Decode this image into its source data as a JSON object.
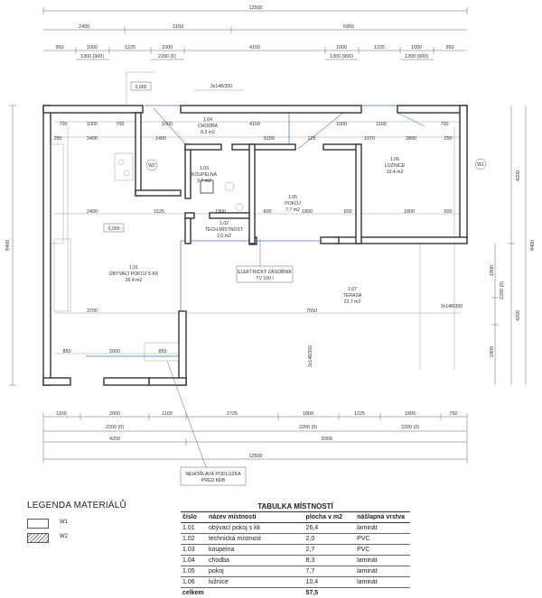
{
  "drawing": {
    "top_dims": {
      "overall": "12500",
      "row2": [
        "2400",
        "3150",
        "6950"
      ],
      "row3": [
        "950",
        "1000",
        "1225",
        "1000",
        "4150",
        "1000",
        "1225",
        "1000",
        "950"
      ],
      "row4": [
        "1300 (900)",
        "2200 (0)",
        "1300 (900)",
        "1300 (900)"
      ]
    },
    "bottom_dims": {
      "row1": [
        "1100",
        "2000",
        "1100",
        "2725",
        "1800",
        "1225",
        "1800",
        "750"
      ],
      "row2": [
        "2200 (0)",
        "2200 (0)",
        "2200 (0)"
      ],
      "row3": [
        "4200",
        "8300"
      ],
      "overall": "12500"
    },
    "side_dims": {
      "left": "8400",
      "right_outer": "8400",
      "right_a": [
        "4200",
        "4200"
      ],
      "right_b": [
        "1800",
        "2200 (0)",
        "2400"
      ]
    },
    "rooms": [
      {
        "num": "1.01",
        "name": "OBÝVACÍ POKOJ S KK",
        "area": "26,4 m2"
      },
      {
        "num": "1.02",
        "name": "TECH.MÍSTNOST",
        "area": "2,0 m2"
      },
      {
        "num": "1.03",
        "name": "KOUPELNA",
        "area": "2,7 m2"
      },
      {
        "num": "1.04",
        "name": "CHODBA",
        "area": "8,3 m2"
      },
      {
        "num": "1.05",
        "name": "POKOJ",
        "area": "7,7 m2"
      },
      {
        "num": "1.06",
        "name": "LOŽNICE",
        "area": "10,4 m2"
      },
      {
        "num": "1.07",
        "name": "TERASA",
        "area": "22,7 m2"
      }
    ],
    "levels": [
      "0,000",
      "0,000"
    ],
    "stairs_top": "3x148/300",
    "stairs_right": "3x148/300",
    "stairs_bottom": "3x148/300",
    "markers": [
      "W2",
      "W1"
    ],
    "callout_boiler": [
      "ELEKTRICKÝ ZÁSOBNÍK",
      "TV 100 l"
    ],
    "callout_fireplace": [
      "NEHOŘLAVÁ PODLOŽKA",
      "PŘED KRB"
    ],
    "inner_dims": {
      "top_row": [
        "700",
        "1000",
        "700",
        "1000",
        "4150",
        "1000",
        "1100",
        "700"
      ],
      "row_1400": [
        "250",
        "2400",
        "1400",
        "5150",
        "125",
        "1970",
        "2800",
        "250"
      ],
      "mid": [
        "2400",
        "1525",
        "1900",
        "600",
        "1800",
        "600",
        "1800",
        "500"
      ],
      "bottom": [
        "3700",
        "7550"
      ],
      "bottom2": [
        "850",
        "2000",
        "850"
      ]
    }
  },
  "legend": {
    "title": "LEGENDA MATERIÁLŮ",
    "items": [
      {
        "label": "W1"
      },
      {
        "label": "W2"
      }
    ]
  },
  "room_table": {
    "title": "TABULKA MÍSTNOSTÍ",
    "headers": [
      "číslo",
      "název místnosti",
      "plocha v m2",
      "nášlapná vrstva"
    ],
    "rows": [
      [
        "1.01",
        "obývací pokoj s kk",
        "26,4",
        "laminát"
      ],
      [
        "1.02",
        "technická místnost",
        "2,0",
        "PVC"
      ],
      [
        "1.03",
        "koupelna",
        "2,7",
        "PVC"
      ],
      [
        "1.04",
        "chodba",
        "8,3",
        "laminát"
      ],
      [
        "1.05",
        "pokoj",
        "7,7",
        "laminát"
      ],
      [
        "1.06",
        "ložnice",
        "10,4",
        "laminát"
      ]
    ],
    "total": [
      "celkem",
      "57,5"
    ]
  }
}
